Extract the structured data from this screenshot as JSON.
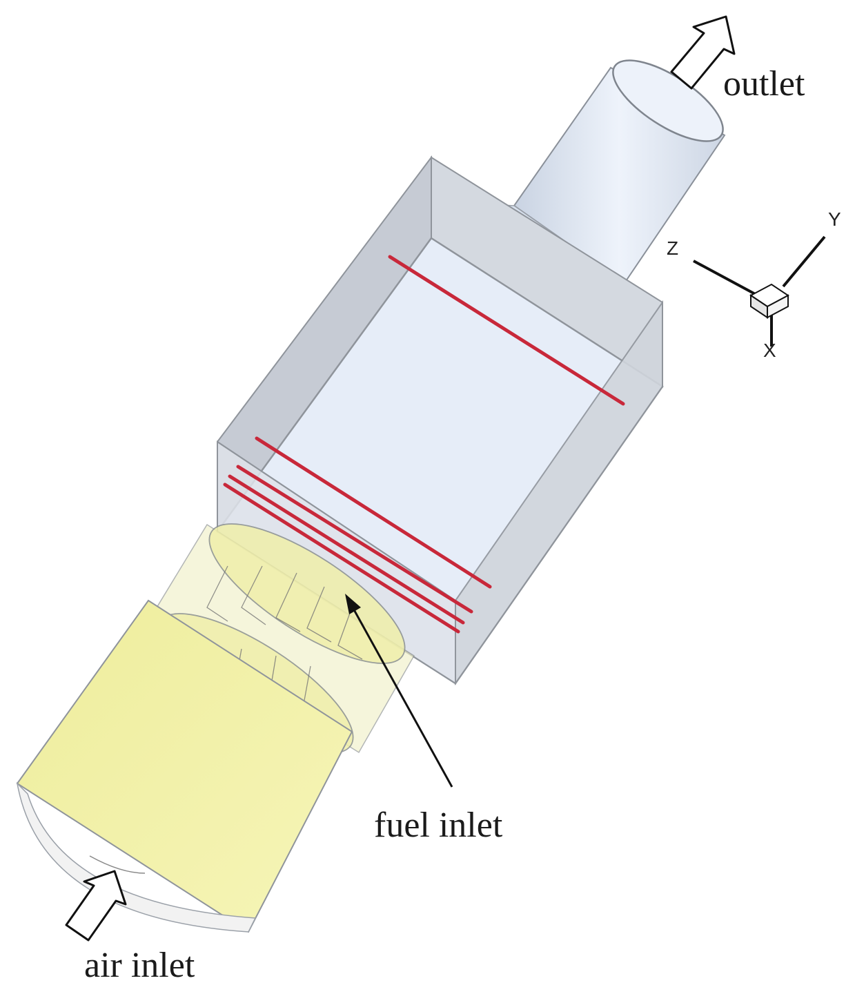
{
  "labels": {
    "outlet": "outlet",
    "fuel_inlet": "fuel inlet",
    "air_inlet": "air inlet"
  },
  "triad": {
    "x": "X",
    "y": "Y",
    "z": "Z"
  },
  "colors": {
    "chamber_fill": "#e6edf8",
    "chamber_edge": "#8f949b",
    "swirler_yellow": "#f3f2a6",
    "injection_lines": "#c8283a",
    "background": "#ffffff"
  }
}
